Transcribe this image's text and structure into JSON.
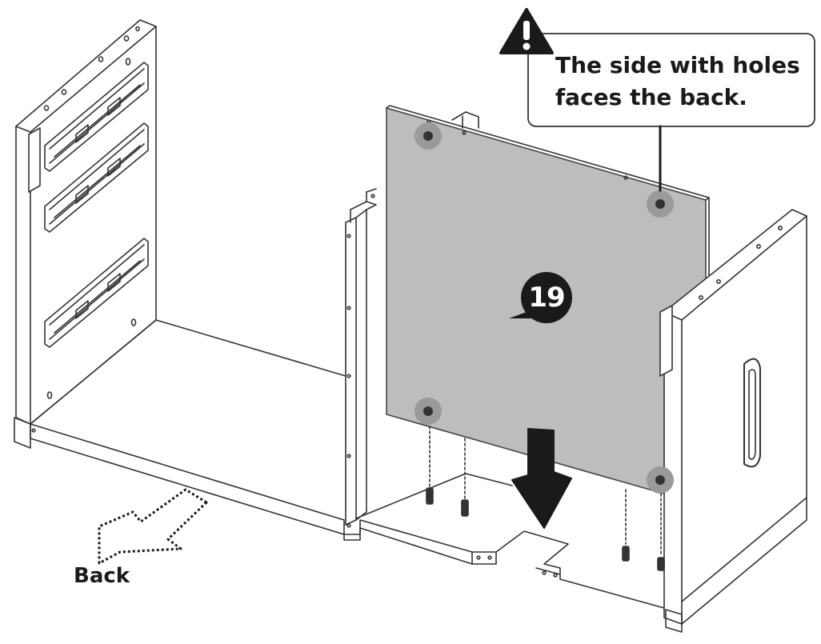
{
  "callout": {
    "line1": "The side with holes",
    "line2": "faces the back."
  },
  "step": {
    "number": "19"
  },
  "direction": {
    "label": "Back"
  },
  "colors": {
    "line": "#333333",
    "panel_fill": "#bdbdbd",
    "hole_highlight": "#9a9a9a",
    "marker": "#1a1a1a",
    "background": "#ffffff"
  },
  "icons": {
    "warning": "warning-triangle-icon",
    "down_arrow": "down-arrow-icon",
    "back_arrow": "dotted-back-arrow-icon"
  }
}
